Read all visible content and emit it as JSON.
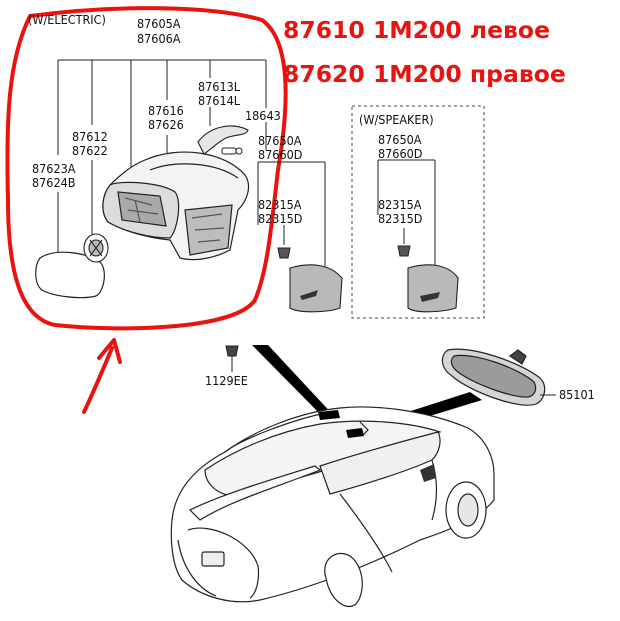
{
  "titles": {
    "left_part": "87610 1M200 левое",
    "right_part": "87620 1M200 правое"
  },
  "groups": {
    "electric": "(W/ELECTRIC)",
    "speaker": "(W/SPEAKER)"
  },
  "labels": {
    "mirror_assy_a": "87605A",
    "mirror_assy_b": "87606A",
    "glass_holder_a": "87612",
    "glass_holder_b": "87622",
    "mirror_glass_a": "87623A",
    "mirror_glass_b": "87624B",
    "scalp_a": "87616",
    "scalp_b": "87626",
    "lamp_a": "87613L",
    "lamp_b": "87614L",
    "bulb": "18643",
    "cover_a": "87650A",
    "cover_b": "87660D",
    "screw_a": "82315A",
    "screw_b": "82315D",
    "sp_cover_a": "87650A",
    "sp_cover_b": "87660D",
    "sp_screw_a": "82315A",
    "sp_screw_b": "82315D",
    "clip": "1129EE",
    "inside_mirror": "85101"
  },
  "colors": {
    "highlight": "#e8140f",
    "line": "#111111"
  }
}
